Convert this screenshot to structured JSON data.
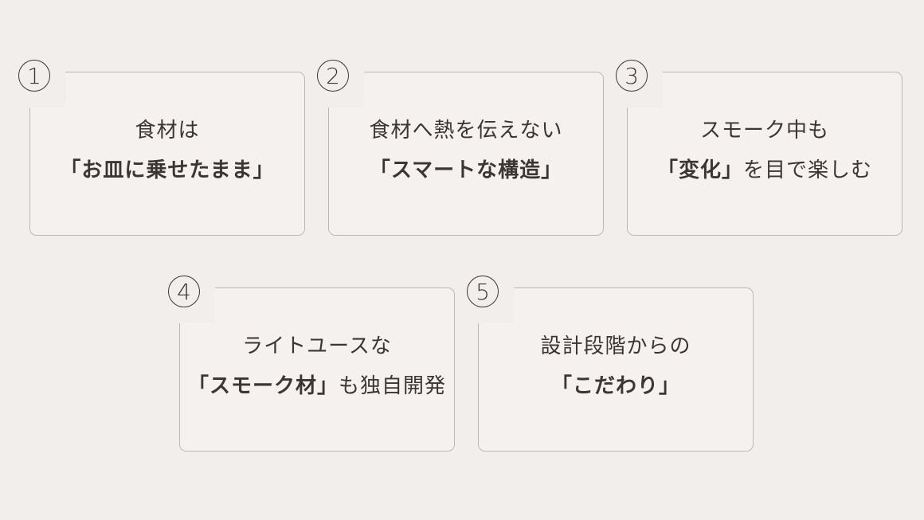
{
  "cards": [
    {
      "number": "1",
      "line1": "食材は",
      "line2": "「お皿に乗せたまま」"
    },
    {
      "number": "2",
      "line1": "食材へ熱を伝えない",
      "line2": "「スマートな構造」"
    },
    {
      "number": "3",
      "line1": "スモーク中も",
      "line2_bold": "「変化」",
      "line2_rest": "を目で楽しむ"
    },
    {
      "number": "4",
      "line1": "ライトユースな",
      "line2_bold": "「スモーク材」",
      "line2_rest": "も独自開発"
    },
    {
      "number": "5",
      "line1": "設計段階からの",
      "line2": "「こだわり」"
    }
  ]
}
